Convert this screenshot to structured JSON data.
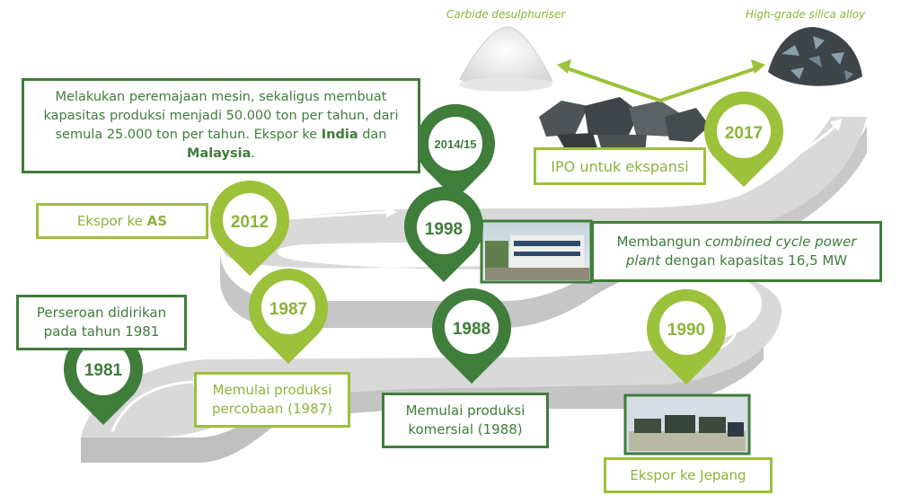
{
  "captions": {
    "carbide": "Carbide desulphuriser",
    "silica": "High-grade silica alloy"
  },
  "pins": {
    "p1981": "1981",
    "p1987": "1987",
    "p1988": "1988",
    "p1990": "1990",
    "p1998": "1998",
    "p2012": "2012",
    "p2014": "2014/15",
    "p2017": "2017"
  },
  "boxes": {
    "founded": {
      "line1": "Perseroan didirikan",
      "line2": "pada tahun 1981"
    },
    "trial": {
      "line1": "Memulai produksi",
      "line2": "percobaan (1987)"
    },
    "commercial": {
      "line1": "Memulai produksi",
      "line2": "komersial (1988)"
    },
    "japan": "Ekspor ke Jepang",
    "usa": {
      "prefix": "Ekspor ke ",
      "country": "AS"
    },
    "powerplant": {
      "line1_pre": "Membangun ",
      "line1_ital": "combined cycle power",
      "line2_ital": "plant",
      "line2_post": " dengan kapasitas 16,5 MW"
    },
    "capacity": {
      "line1": "Melakukan peremajaan mesin, sekaligus membuat",
      "line2": "kapasitas produksi menjadi 50.000 ton per tahun, dari",
      "line3_pre": "semula 25.000 ton per tahun. Ekspor ke ",
      "line3_bold": "India",
      "line3_post": " dan",
      "line4_bold": "Malaysia",
      "line4_post": "."
    },
    "ipo": "IPO untuk ekspansi"
  },
  "colors": {
    "dark_green": "#3f7d3a",
    "light_green": "#9cc13a",
    "road": "#d9d9d9",
    "road_side": "#bfbfbf"
  }
}
